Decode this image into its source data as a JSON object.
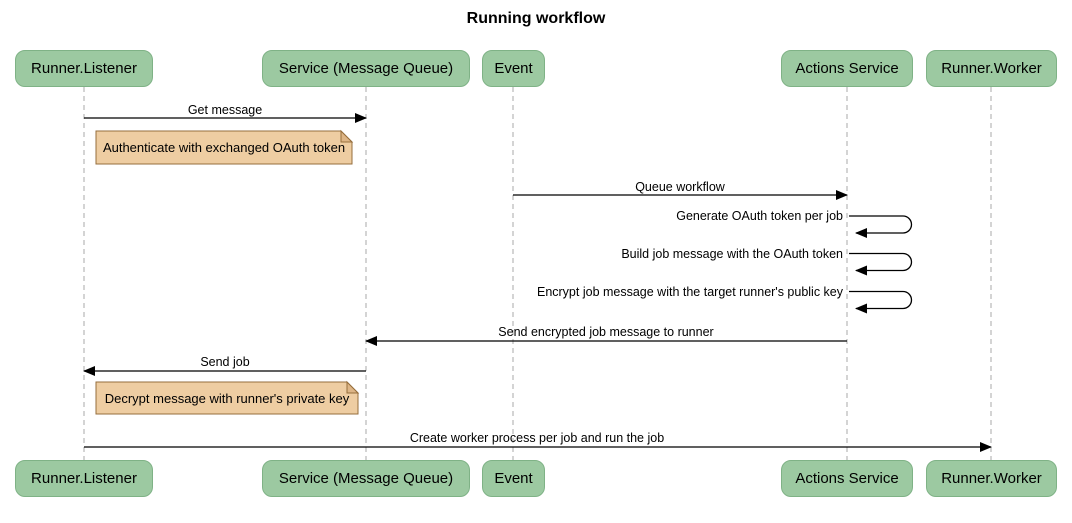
{
  "title": "Running workflow",
  "actors": [
    {
      "id": "runner-listener",
      "label": "Runner.Listener"
    },
    {
      "id": "service-message-queue",
      "label": "Service (Message Queue)"
    },
    {
      "id": "event",
      "label": "Event"
    },
    {
      "id": "actions-service",
      "label": "Actions Service"
    },
    {
      "id": "runner-worker",
      "label": "Runner.Worker"
    }
  ],
  "messages": [
    {
      "from": "Runner.Listener",
      "to": "Service (Message Queue)",
      "label": "Get message",
      "kind": "solid-arrow"
    },
    {
      "from": "Event",
      "to": "Actions Service",
      "label": "Queue workflow",
      "kind": "solid-arrow"
    },
    {
      "from": "Actions Service",
      "to": "Actions Service",
      "label": "Generate OAuth token per job",
      "kind": "self-loop"
    },
    {
      "from": "Actions Service",
      "to": "Actions Service",
      "label": "Build job message with the OAuth token",
      "kind": "self-loop"
    },
    {
      "from": "Actions Service",
      "to": "Actions Service",
      "label": "Encrypt job message with the target runner's public key",
      "kind": "self-loop"
    },
    {
      "from": "Actions Service",
      "to": "Service (Message Queue)",
      "label": "Send encrypted job message to runner",
      "kind": "solid-arrow"
    },
    {
      "from": "Service (Message Queue)",
      "to": "Runner.Listener",
      "label": "Send job",
      "kind": "solid-arrow"
    },
    {
      "from": "Runner.Listener",
      "to": "Runner.Worker",
      "label": "Create worker process per job and run the job",
      "kind": "solid-arrow"
    }
  ],
  "notes": [
    {
      "over": "Runner.Listener",
      "label": "Authenticate with exchanged OAuth token"
    },
    {
      "over": "Runner.Listener",
      "label": "Decrypt message with runner's private key"
    }
  ],
  "colors": {
    "actor_fill": "#9CC9A1",
    "actor_border": "#7FB286",
    "note_fill": "#EECDA2",
    "note_fold": "#DDB586",
    "note_border": "#966E3C",
    "lifeline": "#AAAAAA",
    "arrow": "#000000",
    "text": "#000000",
    "background": "#FFFFFF"
  }
}
